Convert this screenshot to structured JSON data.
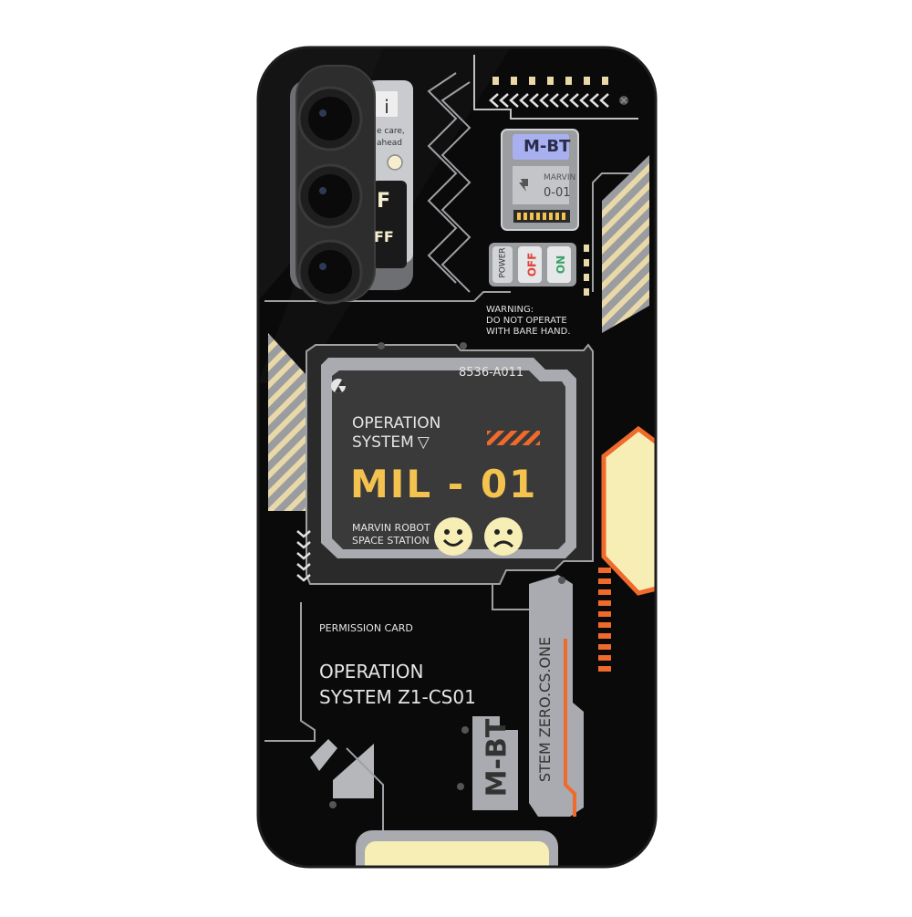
{
  "warning": {
    "line1": "WARNING:",
    "line2": "DO NOT OPERATE",
    "line3": "WITH BARE HAND."
  },
  "serial": "8536-A011",
  "panel": {
    "os_line1": "OPERATION",
    "os_line2": "SYSTEM",
    "model": "MIL - 01",
    "sub_line1": "MARVIN ROBOT",
    "sub_line2": "SPACE STATION"
  },
  "permission_card": "PERMISSION CARD",
  "operation": {
    "line1": "OPERATION",
    "line2": "SYSTEM Z1-CS01"
  },
  "chip": {
    "label": "M-BT",
    "name_line1": "MARVIN",
    "name_line2": "0-01"
  },
  "switches": {
    "power": "POWER",
    "off": "OFF",
    "on": "ON"
  },
  "vertical_mbt": "M-BT",
  "vertical_stem": "STEM ZERO.CS.ONE",
  "camera_sticker": {
    "line1": "e care,",
    "line2": "ahead",
    "digits1": "F",
    "digits2": "FF"
  },
  "colors": {
    "case": "#0a0a0a",
    "panel": "#3a3a3a",
    "panel_frame": "#a9abb0",
    "accent_orange": "#f06a2c",
    "accent_cream": "#f7eeb6",
    "gold": "#f4c34f",
    "chip_blue": "#a8b0f0"
  },
  "icons": [
    "camera-lens-icon",
    "radiation-icon",
    "happy-face-icon",
    "sad-face-icon",
    "chevron-down-icon",
    "chevron-left-icon",
    "screw-icon"
  ]
}
